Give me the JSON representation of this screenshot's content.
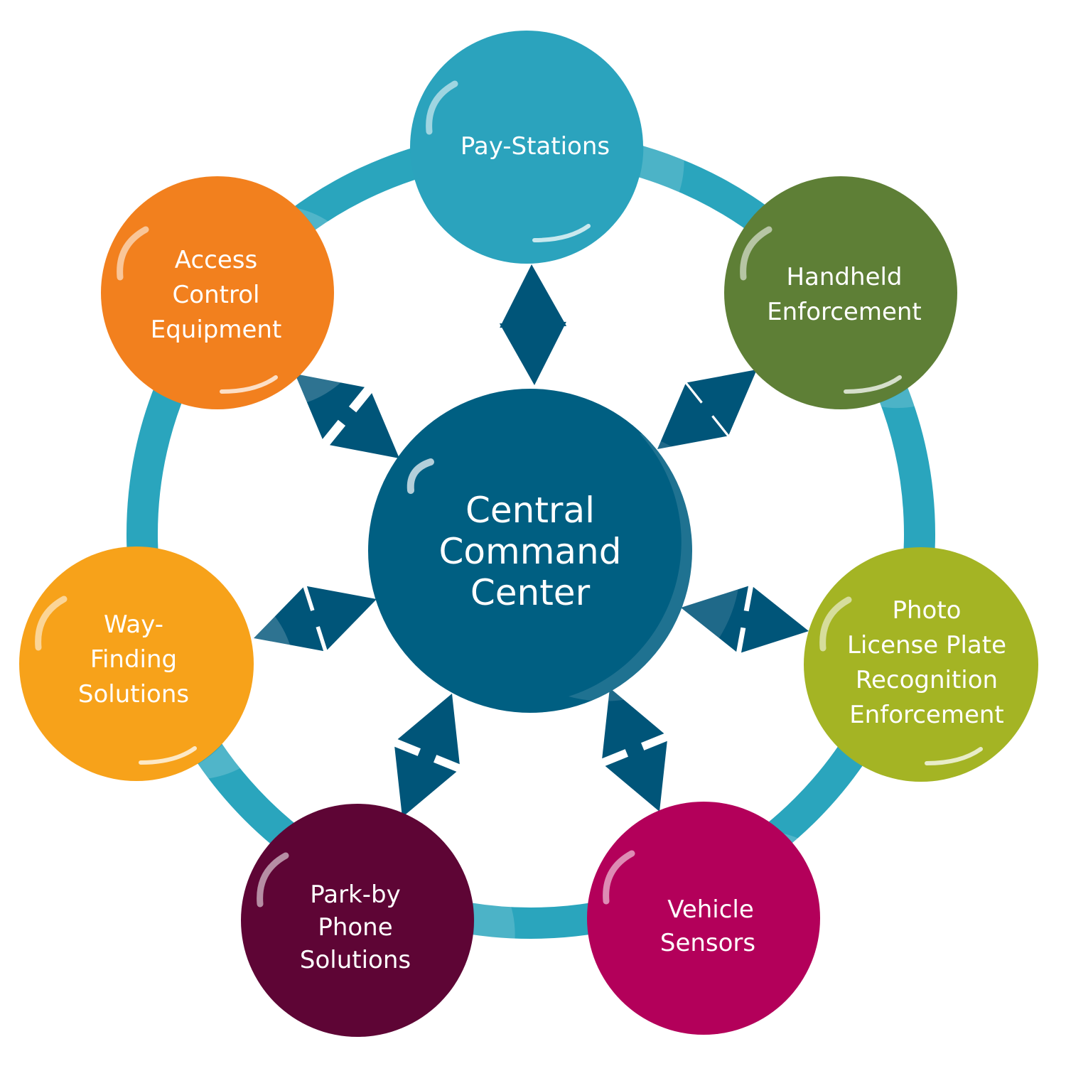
{
  "center": {
    "lines": [
      "Central",
      "Command",
      "Center"
    ],
    "color": "#005f82"
  },
  "ring_color": "#2aa5bd",
  "arrow_color": "#005579",
  "nodes": [
    {
      "id": "pay-stations",
      "lines": [
        "Pay-Stations"
      ],
      "color": "#2ba3bd"
    },
    {
      "id": "handheld-enforcement",
      "lines": [
        "Handheld",
        "Enforcement"
      ],
      "color": "#5e7f36"
    },
    {
      "id": "photo-lpr-enforcement",
      "lines": [
        "Photo",
        "License Plate",
        "Recognition",
        "Enforcement"
      ],
      "color": "#a4b424"
    },
    {
      "id": "vehicle-sensors",
      "lines": [
        "Vehicle",
        "Sensors"
      ],
      "color": "#b3005a"
    },
    {
      "id": "park-by-phone",
      "lines": [
        "Park-by",
        "Phone",
        "Solutions"
      ],
      "color": "#5e0535"
    },
    {
      "id": "way-finding",
      "lines": [
        "Way-",
        "Finding",
        "Solutions"
      ],
      "color": "#f7a21a"
    },
    {
      "id": "access-control",
      "lines": [
        "Access",
        "Control",
        "Equipment"
      ],
      "color": "#f2801e"
    }
  ]
}
